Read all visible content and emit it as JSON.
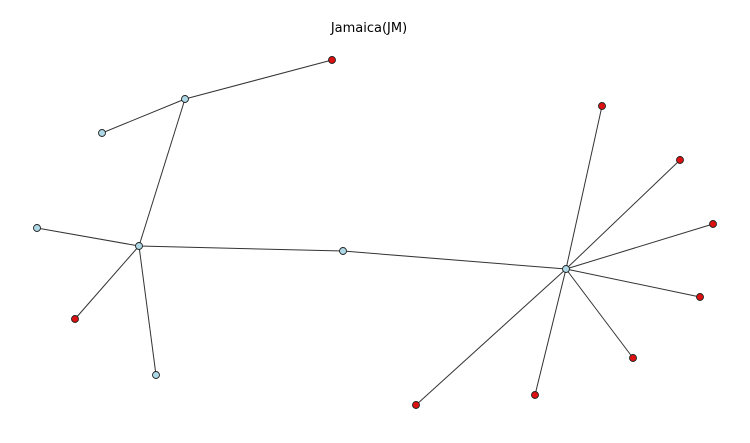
{
  "title": "Jamaica(JM)",
  "colors": {
    "inner": "#add8e6",
    "leaf": "#dd1111",
    "edge": "#333333",
    "outline": "#222222"
  },
  "nodes": [
    {
      "id": "n1",
      "kind": "leaf"
    },
    {
      "id": "n2",
      "kind": "inner"
    },
    {
      "id": "n3",
      "kind": "inner"
    },
    {
      "id": "n4",
      "kind": "inner"
    },
    {
      "id": "n5",
      "kind": "inner"
    },
    {
      "id": "n6",
      "kind": "leaf"
    },
    {
      "id": "n7",
      "kind": "inner"
    },
    {
      "id": "n8",
      "kind": "inner"
    },
    {
      "id": "n9",
      "kind": "inner"
    },
    {
      "id": "n10",
      "kind": "leaf"
    },
    {
      "id": "n11",
      "kind": "leaf"
    },
    {
      "id": "n12",
      "kind": "leaf"
    },
    {
      "id": "n13",
      "kind": "leaf"
    },
    {
      "id": "n14",
      "kind": "leaf"
    },
    {
      "id": "n15",
      "kind": "leaf"
    },
    {
      "id": "n16",
      "kind": "leaf"
    }
  ],
  "edges": [
    [
      "n2",
      "n1"
    ],
    [
      "n2",
      "n3"
    ],
    [
      "n2",
      "n5"
    ],
    [
      "n5",
      "n4"
    ],
    [
      "n5",
      "n6"
    ],
    [
      "n5",
      "n7"
    ],
    [
      "n5",
      "n8"
    ],
    [
      "n8",
      "n9"
    ],
    [
      "n9",
      "n10"
    ],
    [
      "n9",
      "n11"
    ],
    [
      "n9",
      "n12"
    ],
    [
      "n9",
      "n13"
    ],
    [
      "n9",
      "n14"
    ],
    [
      "n9",
      "n15"
    ],
    [
      "n9",
      "n16"
    ]
  ]
}
